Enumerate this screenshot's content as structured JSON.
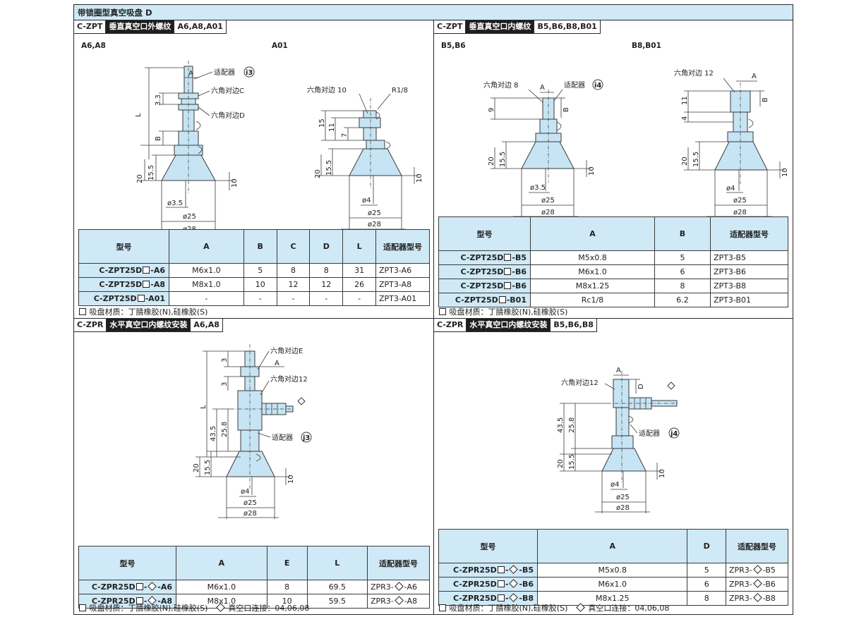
{
  "title": "带锁圈型真空吸盘 D",
  "panels": {
    "zpt_a": {
      "code": "C-ZPT",
      "desc": "垂直真空口外螺纹",
      "variants": "A6,A8,A01",
      "sub_left": "A6,A8",
      "sub_right": "A01",
      "dwg_left": {
        "A": "A",
        "adapter": "适配器",
        "adapter_mark": "i3",
        "hexC": "六角对边C",
        "hexD": "六角对边D",
        "L": "L",
        "d33": "3.3",
        "B": "B",
        "d20": "20",
        "d155": "15.5",
        "d10": "10",
        "phi35": "ø3.5",
        "phi25": "ø25",
        "phi28": "ø28"
      },
      "dwg_right": {
        "hex": "六角对边 10",
        "thread": "R1/8",
        "d15": "15",
        "d11": "11",
        "d7": "7",
        "d20": "20",
        "d155": "15.5",
        "d10": "10",
        "phi4": "ø4",
        "phi25": "ø25",
        "phi28": "ø28"
      },
      "table": {
        "headers": [
          "型号",
          "A",
          "B",
          "C",
          "D",
          "L",
          "适配器型号"
        ],
        "rows": [
          {
            "pre": "C-ZPT25D",
            "suf": "-A6",
            "cells": [
              "M6x1.0",
              "5",
              "8",
              "8",
              "31",
              "ZPT3-A6"
            ]
          },
          {
            "pre": "C-ZPT25D",
            "suf": "-A8",
            "cells": [
              "M8x1.0",
              "10",
              "12",
              "12",
              "26",
              "ZPT3-A8"
            ]
          },
          {
            "pre": "C-ZPT25D",
            "suf": "-A01",
            "cells": [
              "-",
              "-",
              "-",
              "-",
              "-",
              "ZPT3-A01"
            ]
          }
        ]
      },
      "note": "吸盘材质：丁腈橡胶(N),硅橡胶(S)"
    },
    "zpt_b": {
      "code": "C-ZPT",
      "desc": "垂直真空口内螺纹",
      "variants": "B5,B6,B8,B01",
      "sub_left": "B5,B6",
      "sub_right": "B8,B01",
      "dwg_left": {
        "hex": "六角对边 8",
        "A": "A",
        "adapter": "适配器",
        "adapter_mark": "i4",
        "B": "B",
        "d9": "9",
        "d20": "20",
        "d155": "15.5",
        "d10": "10",
        "phi35": "ø3.5",
        "phi25": "ø25",
        "phi28": "ø28"
      },
      "dwg_right": {
        "hex": "六角对边 12",
        "A": "A",
        "d11": "11",
        "d4": "4",
        "B": "B",
        "d20": "20",
        "d155": "15.5",
        "d10": "10",
        "phi4": "ø4",
        "phi25": "ø25",
        "phi28": "ø28"
      },
      "table": {
        "headers": [
          "型号",
          "A",
          "B",
          "适配器型号"
        ],
        "rows": [
          {
            "pre": "C-ZPT25D",
            "suf": "-B5",
            "cells": [
              "M5x0.8",
              "5",
              "ZPT3-B5"
            ]
          },
          {
            "pre": "C-ZPT25D",
            "suf": "-B6",
            "cells": [
              "M6x1.0",
              "6",
              "ZPT3-B6"
            ]
          },
          {
            "pre": "C-ZPT25D",
            "suf": "-B6",
            "cells": [
              "M8x1.25",
              "8",
              "ZPT3-B8"
            ]
          },
          {
            "pre": "C-ZPT25D",
            "suf": "-B01",
            "cells": [
              "Rc1/8",
              "6.2",
              "ZPT3-B01"
            ]
          }
        ]
      },
      "note": "吸盘材质：丁腈橡胶(N),硅橡胶(S)"
    },
    "zpr_a": {
      "code": "C-ZPR",
      "desc": "水平真空口内螺纹安装",
      "variants": "A6,A8",
      "dwg": {
        "hexE": "六角对边E",
        "A": "A",
        "hex12": "六角对边12",
        "d3a": "3",
        "d3b": "3",
        "L": "L",
        "d435": "43.5",
        "d258": "25.8",
        "adapter": "适配器",
        "adapter_mark": "j3",
        "d20": "20",
        "d155": "15.5",
        "d10": "10",
        "phi4": "ø4",
        "phi25": "ø25",
        "phi28": "ø28"
      },
      "table": {
        "headers": [
          "型号",
          "A",
          "E",
          "L",
          "适配器型号"
        ],
        "rows": [
          {
            "pre": "C-ZPR25D",
            "suf": "-A6",
            "cells": [
              "M6x1.0",
              "8",
              "69.5"
            ],
            "adp_pre": "ZPR3-",
            "adp_suf": "-A6"
          },
          {
            "pre": "C-ZPR25D",
            "suf": "-A8",
            "cells": [
              "M8x1.0",
              "10",
              "59.5"
            ],
            "adp_pre": "ZPR3-",
            "adp_suf": "-A8"
          }
        ]
      },
      "note": "吸盘材质：丁腈橡胶(N),硅橡胶(S)",
      "note2": "真空口连接：04,06,08"
    },
    "zpr_b": {
      "code": "C-ZPR",
      "desc": "水平真空口内螺纹安装",
      "variants": "B5,B6,B8",
      "dwg": {
        "A": "A",
        "D": "D",
        "hex12": "六角对边12",
        "d435": "43.5",
        "d258": "25.8",
        "adapter": "适配器",
        "adapter_mark": "j4",
        "d20": "20",
        "d155": "15.5",
        "d10": "10",
        "phi4": "ø4",
        "phi25": "ø25",
        "phi28": "ø28"
      },
      "table": {
        "headers": [
          "型号",
          "A",
          "D",
          "适配器型号"
        ],
        "rows": [
          {
            "pre": "C-ZPR25D",
            "suf": "-B5",
            "cells": [
              "M5x0.8",
              "5"
            ],
            "adp_pre": "ZPR3-",
            "adp_suf": "-B5"
          },
          {
            "pre": "C-ZPR25D",
            "suf": "-B6",
            "cells": [
              "M6x1.0",
              "6"
            ],
            "adp_pre": "ZPR3-",
            "adp_suf": "-B6"
          },
          {
            "pre": "C-ZPR25D",
            "suf": "-B8",
            "cells": [
              "M8x1.25",
              "8"
            ],
            "adp_pre": "ZPR3-",
            "adp_suf": "-B8"
          }
        ]
      },
      "note": "吸盘材质：丁腈橡胶(N),硅橡胶(S)",
      "note2": "真空口连接：04,06,08"
    }
  }
}
